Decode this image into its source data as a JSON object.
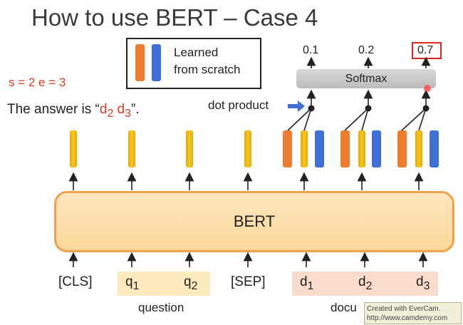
{
  "title": "How to use BERT – Case 4",
  "legend": {
    "line1": "Learned",
    "line2": "from scratch",
    "orange_color": "#f07d2e",
    "blue_color": "#3d6fd6"
  },
  "se_label": "s = 2   e = 3",
  "answer": {
    "prefix": "The answer is “",
    "tok1": "d",
    "sub1": "2",
    "tok2": "d",
    "sub2": "3",
    "suffix": "”."
  },
  "dot_product_label": "dot product",
  "softmax_label": "Softmax",
  "probs": [
    "0.1",
    "0.2",
    "0.7"
  ],
  "bert_label": "BERT",
  "tokens": {
    "cls": "[CLS]",
    "q": "q",
    "q1_sub": "1",
    "q2_sub": "2",
    "sep": "[SEP]",
    "d": "d",
    "d1_sub": "1",
    "d2_sub": "2",
    "d3_sub": "3"
  },
  "groups": {
    "question": "question",
    "document": "docu"
  },
  "watermark": {
    "line1": "Created with EverCam.",
    "line2": "http://www.camdemy.com"
  }
}
